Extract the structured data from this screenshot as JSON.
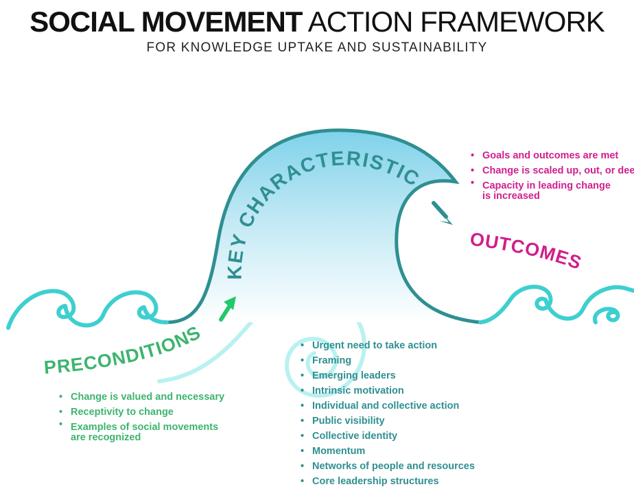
{
  "title_bold": "SOCIAL MOVEMENT",
  "title_light": "ACTION FRAMEWORK",
  "subtitle": "FOR KNOWLEDGE UPTAKE AND SUSTAINABILITY",
  "labels": {
    "preconditions": "PRECONDITIONS",
    "key_characteristics": "KEY CHARACTERISTICS",
    "outcomes": "OUTCOMES"
  },
  "preconditions_items": [
    "Change is valued and necessary",
    "Receptivity to change",
    "Examples of social movements",
    "are recognized"
  ],
  "key_characteristics_items": [
    "Urgent need to take action",
    "Framing",
    "Emerging leaders",
    "Intrinsic motivation",
    "Individual and collective action",
    "Public visibility",
    "Collective identity",
    "Momentum",
    "Networks of people and resources",
    "Core leadership structures"
  ],
  "outcomes_items": [
    "Goals and outcomes are met",
    "Change is scaled up, out, or deep",
    "Capacity in leading change",
    "is increased"
  ],
  "colors": {
    "wave_dark": "#2f8f91",
    "wave_light": "#3ecfd0",
    "preconditions": "#3cb46e",
    "outcomes": "#d01e8c",
    "fill_top": "#7fd2ea"
  }
}
